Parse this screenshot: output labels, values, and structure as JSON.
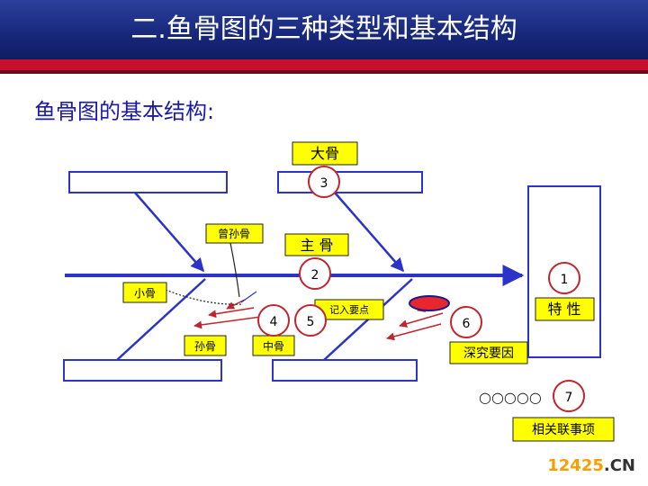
{
  "slide": {
    "title": "二.鱼骨图的三种类型和基本结构",
    "subtitle": "鱼骨图的基本结构:"
  },
  "labels": {
    "big_bone": "大骨",
    "main_bone": "主 骨",
    "great_grandson_bone": "曾孙骨",
    "small_bone": "小骨",
    "grandson_bone": "孙骨",
    "middle_bone": "中骨",
    "record_points": "记入要点",
    "characteristic": "特 性",
    "deep_cause": "深究要因",
    "related_items": "相关联事项",
    "circles_row": "○○○○○"
  },
  "markers": [
    "1",
    "2",
    "3",
    "4",
    "5",
    "6",
    "7"
  ],
  "colors": {
    "header": "#17277a",
    "stripe": "#c8102e",
    "bone": "#2c33c9",
    "label_fill": "#ffff00",
    "marker_ring": "#c0262d",
    "small_arrow": "#c0262d",
    "oval_fill": "#e8262d",
    "oval_edge": "#1a1a90"
  },
  "watermark": {
    "number": "12425",
    "domain": ".CN"
  }
}
